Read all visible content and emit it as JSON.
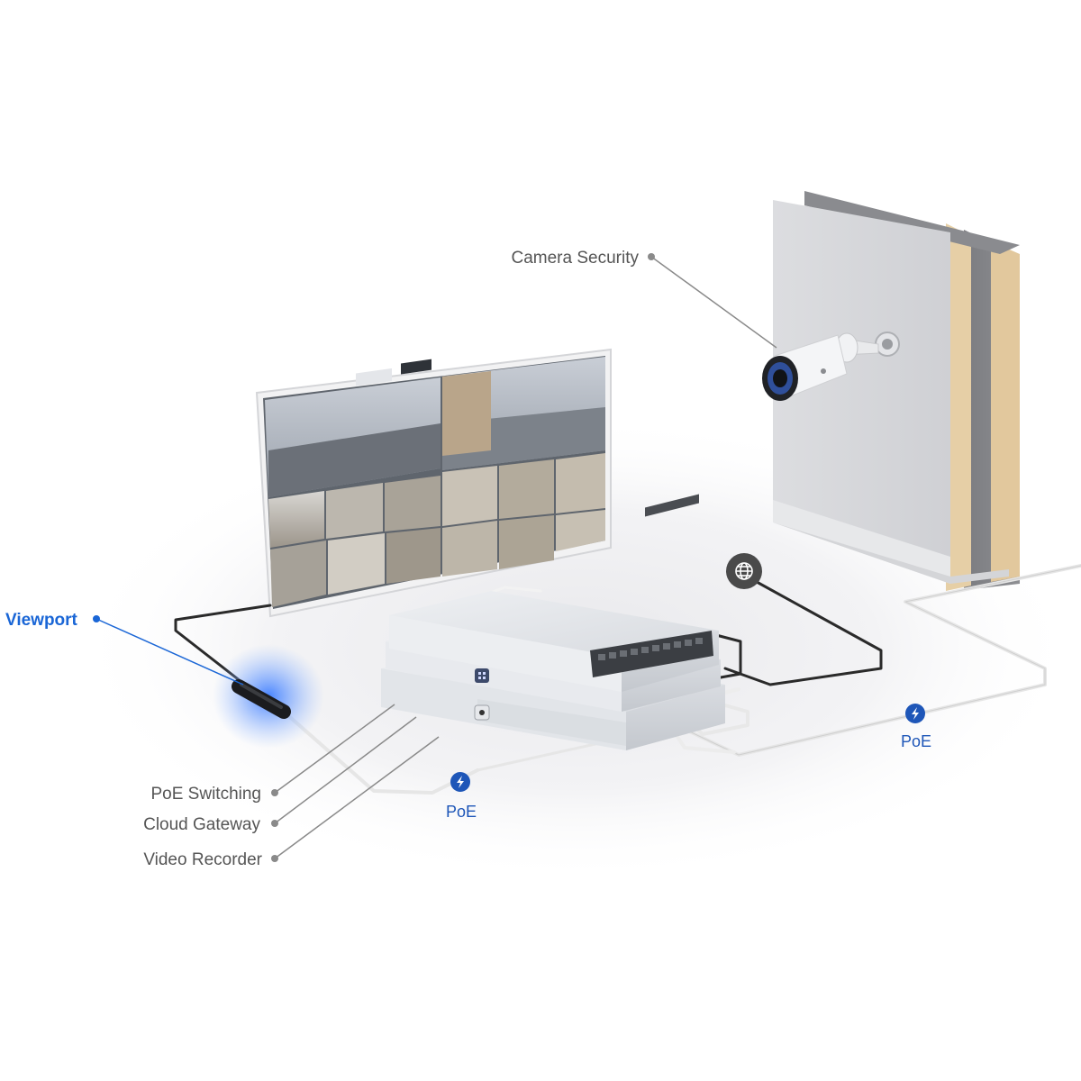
{
  "labels": {
    "camera_security": "Camera Security",
    "viewport": "Viewport",
    "poe_switching": "PoE Switching",
    "cloud_gateway": "Cloud Gateway",
    "video_recorder": "Video Recorder",
    "poe_left": "PoE",
    "poe_right": "PoE"
  },
  "icons": {
    "internet": "globe-icon",
    "power": "lightning-bolt-icon"
  },
  "colors": {
    "label_text": "#555555",
    "accent_blue": "#1a66d6",
    "badge_blue": "#1e56b8",
    "globe_badge": "#4a4a4a",
    "cable_dark": "#2a2a2a",
    "cable_white": "#e6e6e6"
  }
}
